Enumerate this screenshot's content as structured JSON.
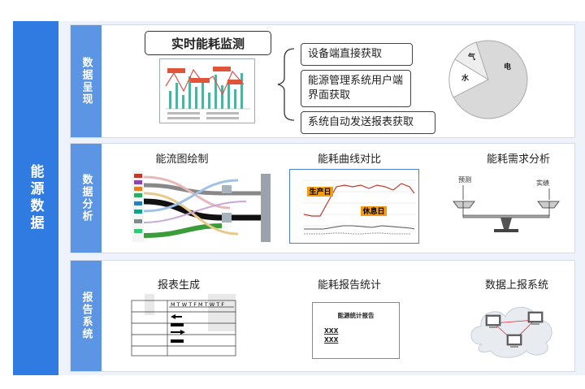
{
  "left_bar": {
    "label": "能源数据"
  },
  "rows": [
    {
      "label": "数据呈现"
    },
    {
      "label": "数据分析"
    },
    {
      "label": "报告系统"
    }
  ],
  "presentation": {
    "title": "实时能耗监测",
    "sources": [
      "设备端直接获取",
      "能源管理系统用户端界面获取",
      "系统自动发送报表获取"
    ],
    "pie": {
      "slices": [
        {
          "label": "电",
          "value": 78
        },
        {
          "label": "水",
          "value": 13
        },
        {
          "label": "气",
          "value": 9
        }
      ]
    }
  },
  "analysis": {
    "items": [
      "能流图绘制",
      "能耗曲线对比",
      "能耗需求分析"
    ],
    "curve_labels": {
      "high": "生产日",
      "low": "休息日"
    },
    "balance_labels": {
      "left": "预测",
      "right": "实绩"
    }
  },
  "reports": {
    "items": [
      "报表生成",
      "能耗报告统计",
      "数据上报系统"
    ],
    "gantt_days": "M T W T F M T W T F",
    "report_doc": {
      "title": "能源统计报告",
      "lines": [
        "XXX",
        "XXX"
      ]
    }
  }
}
